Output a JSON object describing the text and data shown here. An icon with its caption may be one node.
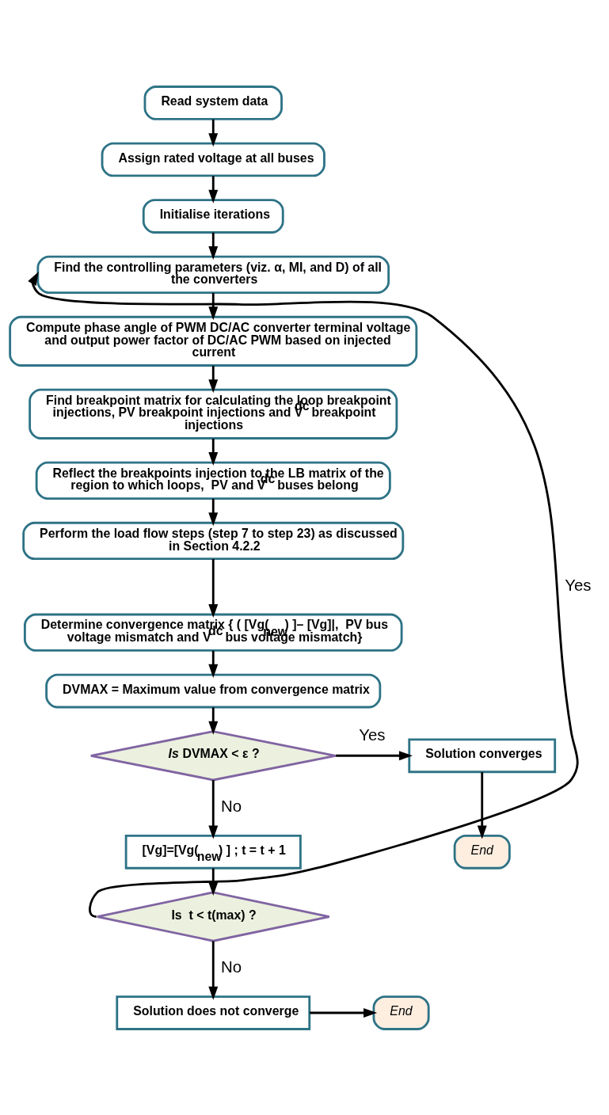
{
  "diagram": {
    "nodes": [
      {
        "text": [
          "Read system data"
        ]
      },
      {
        "text": [
          "Assign rated voltage at all buses"
        ]
      },
      {
        "text": [
          "Initialise iterations"
        ]
      },
      {
        "text": [
          "Find the controlling parameters (viz. α, MI, and D) of all the converters"
        ]
      },
      {
        "text": [
          "Compute phase angle of PWM DC/AC converter terminal voltage and output power factor of DC/AC PWM based on injected current"
        ]
      },
      {
        "text": [
          "Find breakpoint matrix for calculating the loop breakpoint injections, PV breakpoint injections and V$^{dc}$ breakpoint injections"
        ]
      },
      {
        "text": [
          "Reflect the breakpoints injection to the LB matrix of the region to which loops,  PV and V$^{dc}$ buses belong"
        ]
      },
      {
        "text": [
          "Perform the load flow steps (step 7 to step 23) as discussed in Section 4.2.2"
        ]
      },
      {
        "text": [
          "Determine convergence matrix { ( [Vg($_{new}$) ]– [Vg]|,  PV bus voltage mismatch and V$^{dc}$ bus voltage mismatch}"
        ]
      },
      {
        "text": [
          "DVMAX = Maximum value from convergence matrix"
        ]
      },
      {
        "text": [
          "*Is* DVMAX < ε ?"
        ]
      },
      {
        "text": [
          "Solution converges"
        ]
      },
      {
        "text": [
          "End"
        ]
      },
      {
        "text": [
          "[Vg]=[Vg($_{new}$) ] ; t = t + 1"
        ]
      },
      {
        "text": [
          "Is  t < t(max) ?"
        ]
      },
      {
        "text": [
          "Solution does not converge"
        ]
      },
      {
        "text": [
          "End"
        ]
      }
    ],
    "edges": [
      {
        "from": 0,
        "to": 1,
        "arrow": "to"
      },
      {
        "from": 1,
        "to": 2,
        "arrow": "to"
      },
      {
        "from": 2,
        "to": 3,
        "arrow": "to"
      },
      {
        "from": 3,
        "to": 4,
        "arrow": "to"
      },
      {
        "from": 4,
        "to": 5,
        "arrow": "to"
      },
      {
        "from": 5,
        "to": 6,
        "arrow": "to"
      },
      {
        "from": 6,
        "to": 7,
        "arrow": "to"
      },
      {
        "from": 7,
        "to": 8,
        "arrow": "to"
      },
      {
        "from": 8,
        "to": 9,
        "arrow": "to"
      },
      {
        "from": 9,
        "to": 10,
        "arrow": "to"
      },
      {
        "from": 10,
        "to": 11,
        "arrow": "to",
        "label": "Yes"
      },
      {
        "from": 11,
        "to": 12,
        "arrow": "to"
      },
      {
        "from": 10,
        "to": 13,
        "arrow": "to",
        "label": "No"
      },
      {
        "from": 13,
        "to": 14,
        "arrow": "to"
      },
      {
        "from": 14,
        "to": 3,
        "arrow": "to",
        "label": "Yes"
      },
      {
        "from": 14,
        "to": 15,
        "arrow": "to",
        "label": "No"
      },
      {
        "from": 15,
        "to": 16,
        "arrow": "to"
      }
    ]
  }
}
